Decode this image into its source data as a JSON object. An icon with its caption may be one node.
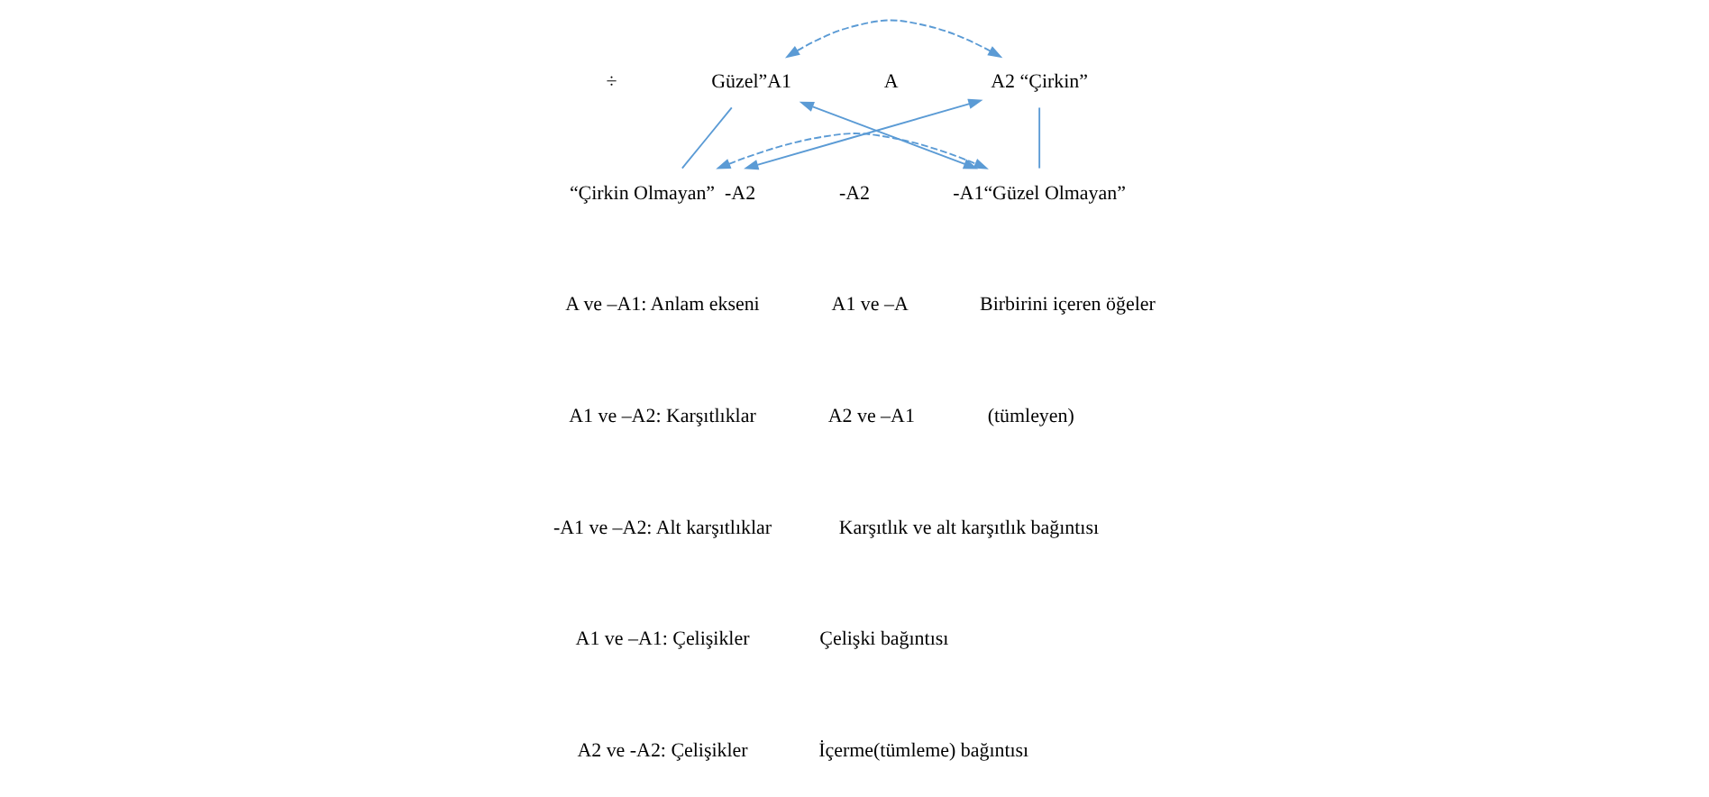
{
  "diagram": {
    "nodes": [
      {
        "text": [
          "Güzel”A1"
        ]
      },
      {
        "text": [
          "A2 “Çirkin”"
        ]
      },
      {
        "text": [
          "“Çirkin Olmayan”  -A2"
        ]
      },
      {
        "text": [
          "-A1“Güzel Olmayan”"
        ]
      }
    ],
    "edges": [
      {
        "from": 0,
        "to": 1,
        "arrow": "both",
        "style": "dashed"
      },
      {
        "from": 0,
        "to": 2,
        "arrow": "none"
      },
      {
        "from": 0,
        "to": 3,
        "arrow": "both"
      },
      {
        "from": 2,
        "to": 1,
        "arrow": "both"
      },
      {
        "from": 1,
        "to": 3,
        "arrow": "none"
      },
      {
        "from": 2,
        "to": 3,
        "arrow": "both",
        "style": "dashed"
      }
    ],
    "labels": [
      "A",
      "÷",
      "-A2",
      "A ve –A1: Anlam ekseni",
      "A1 ve –A",
      "Birbirini içeren öğeler",
      "A1 ve –A2: Karşıtlıklar",
      "A2 ve –A1",
      "(tümleyen)",
      "-A1 ve –A2: Alt karşıtlıklar",
      "A1 ve –A1: Çelişikler",
      "A2 ve -A2: Çelişikler"
    ],
    "legend": [
      {
        "text": "Karşıtlık ve alt karşıtlık bağıntısı"
      },
      {
        "text": "Çelişki bağıntısı"
      },
      {
        "text": "İçerme(tümleme) bağıntısı"
      }
    ]
  }
}
